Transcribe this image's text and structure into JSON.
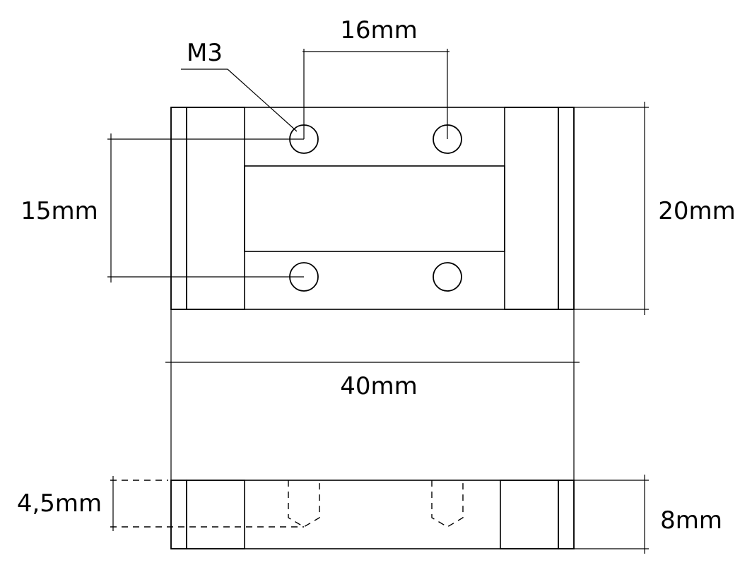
{
  "labels": {
    "thread": "M3",
    "hole_spacing_x": "16mm",
    "hole_spacing_y": "15mm",
    "height": "20mm",
    "width": "40mm",
    "hole_depth": "4,5mm",
    "thickness": "8mm"
  },
  "colors": {
    "line": "#000000",
    "background": "#ffffff"
  }
}
